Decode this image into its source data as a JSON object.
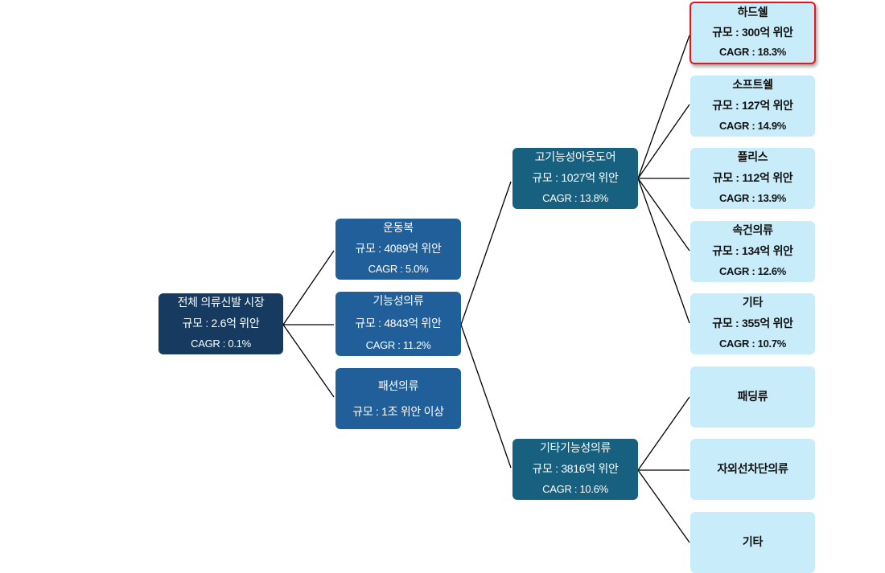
{
  "root": {
    "title": "전체 의류신발 시장",
    "size": "규모 : 2.6억 위안",
    "cagr": "CAGR : 0.1%"
  },
  "level1": [
    {
      "title": "운동복",
      "size": "규모 : 4089억 위안",
      "cagr": "CAGR : 5.0%"
    },
    {
      "title": "기능성의류",
      "size": "규모 : 4843억 위안",
      "cagr": "CAGR : 11.2%"
    },
    {
      "title": "패션의류",
      "size": "규모 : 1조 위안 이상"
    }
  ],
  "level2": [
    {
      "title": "고기능성아웃도어",
      "size": "규모 : 1027억 위안",
      "cagr": "CAGR : 13.8%"
    },
    {
      "title": "기타기능성의류",
      "size": "규모 : 3816억 위안",
      "cagr": "CAGR : 10.6%"
    }
  ],
  "level3": [
    {
      "title": "하드쉘",
      "size": "규모 : 300억 위안",
      "cagr": "CAGR : 18.3%"
    },
    {
      "title": "소프트쉘",
      "size": "규모 : 127억 위안",
      "cagr": "CAGR : 14.9%"
    },
    {
      "title": "플리스",
      "size": "규모 : 112억 위안",
      "cagr": "CAGR : 13.9%"
    },
    {
      "title": "속건의류",
      "size": "규모 : 134억 위안",
      "cagr": "CAGR : 12.6%"
    },
    {
      "title": "기타",
      "size": "규모 : 355억 위안",
      "cagr": "CAGR : 10.7%"
    },
    {
      "title": "패딩류"
    },
    {
      "title": "자외선차단의류"
    },
    {
      "title": "기타"
    }
  ],
  "colors": {
    "root": "#173a61",
    "level1": "#215f9a",
    "level2": "#17607f",
    "level3": "#c9ecfb",
    "highlight": "#e8161b"
  }
}
